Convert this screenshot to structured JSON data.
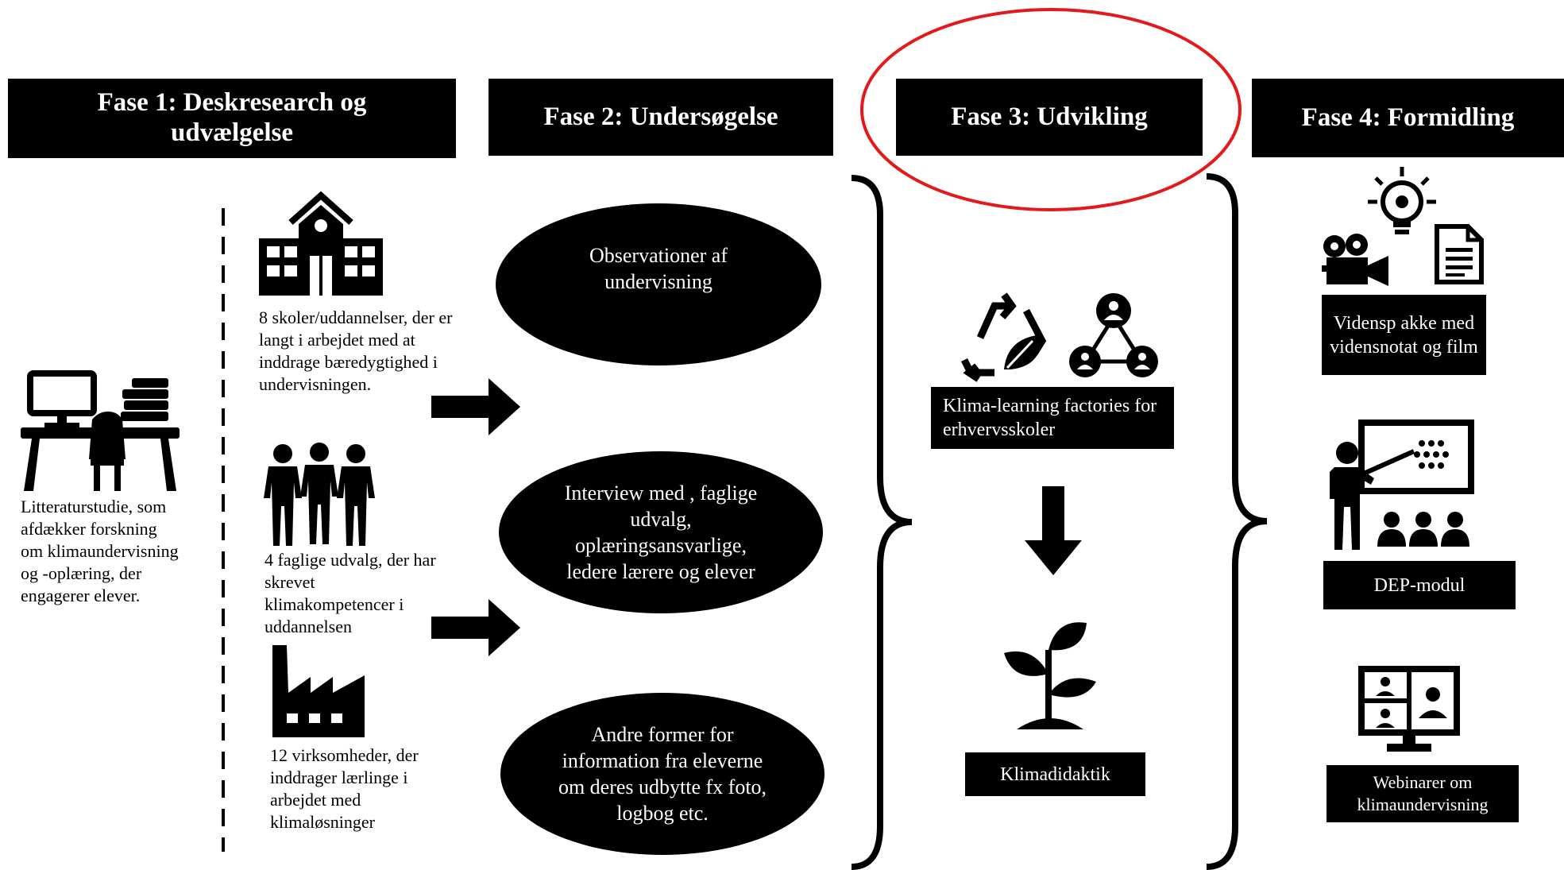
{
  "phases": [
    {
      "label": "Fase 1: Deskresearch og udvælgelse"
    },
    {
      "label": "Fase 2: Undersøgelse"
    },
    {
      "label": "Fase 3: Udvikling"
    },
    {
      "label": "Fase 4: Formidling"
    }
  ],
  "phase1": {
    "literature": "Litteraturstudie, som afdækker forskning om klimaundervisning og -oplæring, der engagerer elever.",
    "schools": "8 skoler/uddannelser, der er langt i arbejdet med at inddrage bæredygtighed i undervisningen.",
    "committees": "4 faglige udvalg, der har skrevet klimakompetencer i uddannelsen",
    "companies": "12 virksomheder, der inddrager lærlinge i arbejdet med klimaløsninger"
  },
  "phase2": {
    "oval1": "Observationer af undervisning",
    "oval2": "Interview med , faglige udvalg, oplæringsansvarlige, ledere lærere og elever",
    "oval3": "Andre former for information fra eleverne om deres udbytte fx foto, logbog etc."
  },
  "phase3": {
    "box1": "Klima-learning factories for erhvervsskoler",
    "box2": "Klimadidaktik"
  },
  "phase4": {
    "box1": "Vidensp akke med vidensnotat og film",
    "box2": "DEP-modul",
    "box3": "Webinarer om klimaundervisning"
  },
  "colors": {
    "highlight": "#e3191c",
    "fill": "#000000",
    "text_on_fill": "#ffffff"
  }
}
